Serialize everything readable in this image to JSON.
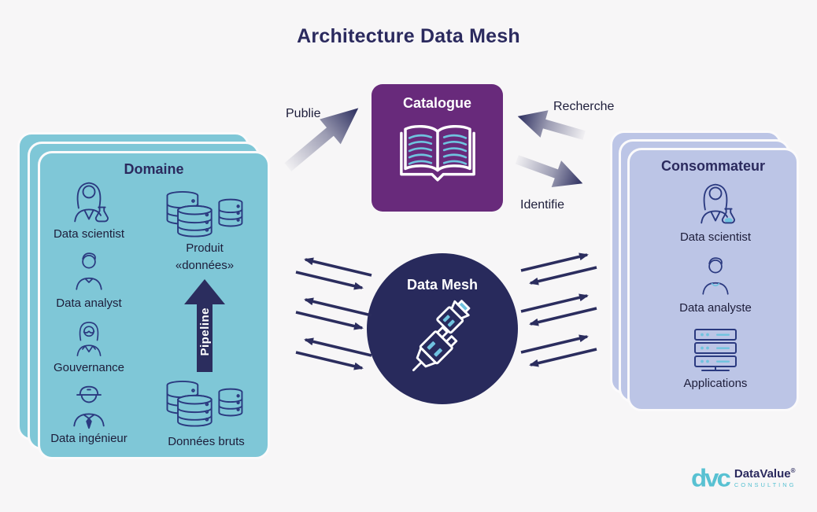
{
  "title": "Architecture Data Mesh",
  "domaine": {
    "title": "Domaine",
    "roles": [
      {
        "label": "Data scientist"
      },
      {
        "label": "Data analyst"
      },
      {
        "label": "Gouvernance"
      },
      {
        "label": "Data ingénieur"
      }
    ],
    "produit_line1": "Produit",
    "produit_line2": "«données»",
    "pipeline_label": "Pipeline",
    "donnees_bruts_label": "Données bruts"
  },
  "catalogue": {
    "title": "Catalogue"
  },
  "data_mesh": {
    "title": "Data Mesh"
  },
  "consommateur": {
    "title": "Consommateur",
    "roles": [
      {
        "label": "Data scientist"
      },
      {
        "label": "Data analyste"
      },
      {
        "label": "Applications"
      }
    ]
  },
  "flows": {
    "publie": "Publie",
    "recherche": "Recherche",
    "identifie": "Identifie"
  },
  "logo": {
    "monogram": "dvc",
    "name": "DataValue",
    "registered": "®",
    "tagline": "CONSULTING"
  },
  "colors": {
    "background": "#f7f6f7",
    "navy": "#2b2d5e",
    "heading_navy": "#2b2a5e",
    "teal_card": "#7fc7d7",
    "purple_box": "#682a7b",
    "mesh_circle": "#282a5c",
    "lavender_card": "#bcc5e6",
    "icon_stroke": "#2b3a80",
    "icon_accent": "#6fc3df",
    "logo_teal": "#58c1d2",
    "label_text": "#1d1d3a"
  }
}
